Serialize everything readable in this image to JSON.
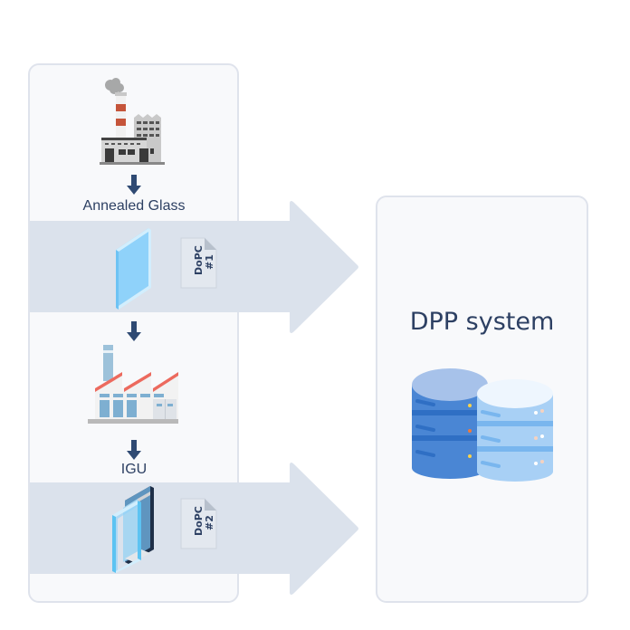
{
  "diagram": {
    "supply_chain": {
      "stage1_factory": "glass-factory-icon",
      "stage1_product_label": "Annealed Glass",
      "stage1_product_icon": "glass-pane-icon",
      "stage1_document": {
        "line1": "DoPC",
        "line2": "#1"
      },
      "stage2_factory": "igu-factory-icon",
      "stage2_product_label": "IGU",
      "stage2_product_icon": "insulated-glass-unit-icon",
      "stage2_document": {
        "line1": "DoPC",
        "line2": "#2"
      }
    },
    "target_system": {
      "title": "DPP system",
      "icon": "database-icon"
    },
    "colors": {
      "band": "#dbe2ec",
      "arrow": "#dbe2ec",
      "text": "#2d4063",
      "panel_border": "#dfe3ec",
      "db_dark": "#4a86d4",
      "db_light": "#a8d0f5"
    }
  }
}
